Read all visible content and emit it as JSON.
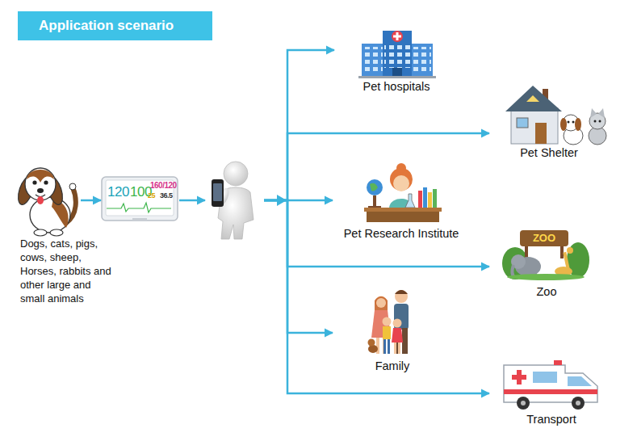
{
  "diagram": {
    "title": "Application scenario",
    "nodes": [
      {
        "text": [
          "Dogs, cats, pigs, cows, sheep, Horses, rabbits and other large and small animals"
        ]
      },
      {
        "text": [
          "120",
          "100",
          "160/120",
          "25",
          "36.5"
        ]
      },
      {
        "text": []
      },
      {
        "text": [
          "Pet hospitals"
        ]
      },
      {
        "text": [
          "Pet Shelter"
        ]
      },
      {
        "text": [
          "Pet Research Institute"
        ]
      },
      {
        "text": [
          "Zoo"
        ]
      },
      {
        "text": [
          "Family"
        ]
      },
      {
        "text": [
          "Transport"
        ]
      }
    ],
    "edges": [
      {
        "from": 0,
        "to": 1,
        "arrow": "to"
      },
      {
        "from": 1,
        "to": 2,
        "arrow": "to"
      },
      {
        "from": 2,
        "to": 3,
        "arrow": "to"
      },
      {
        "from": 2,
        "to": 4,
        "arrow": "to"
      },
      {
        "from": 2,
        "to": 5,
        "arrow": "to"
      },
      {
        "from": 2,
        "to": 6,
        "arrow": "to"
      },
      {
        "from": 2,
        "to": 7,
        "arrow": "to"
      },
      {
        "from": 2,
        "to": 8,
        "arrow": "to"
      }
    ],
    "labels": [
      "ZOO"
    ]
  }
}
